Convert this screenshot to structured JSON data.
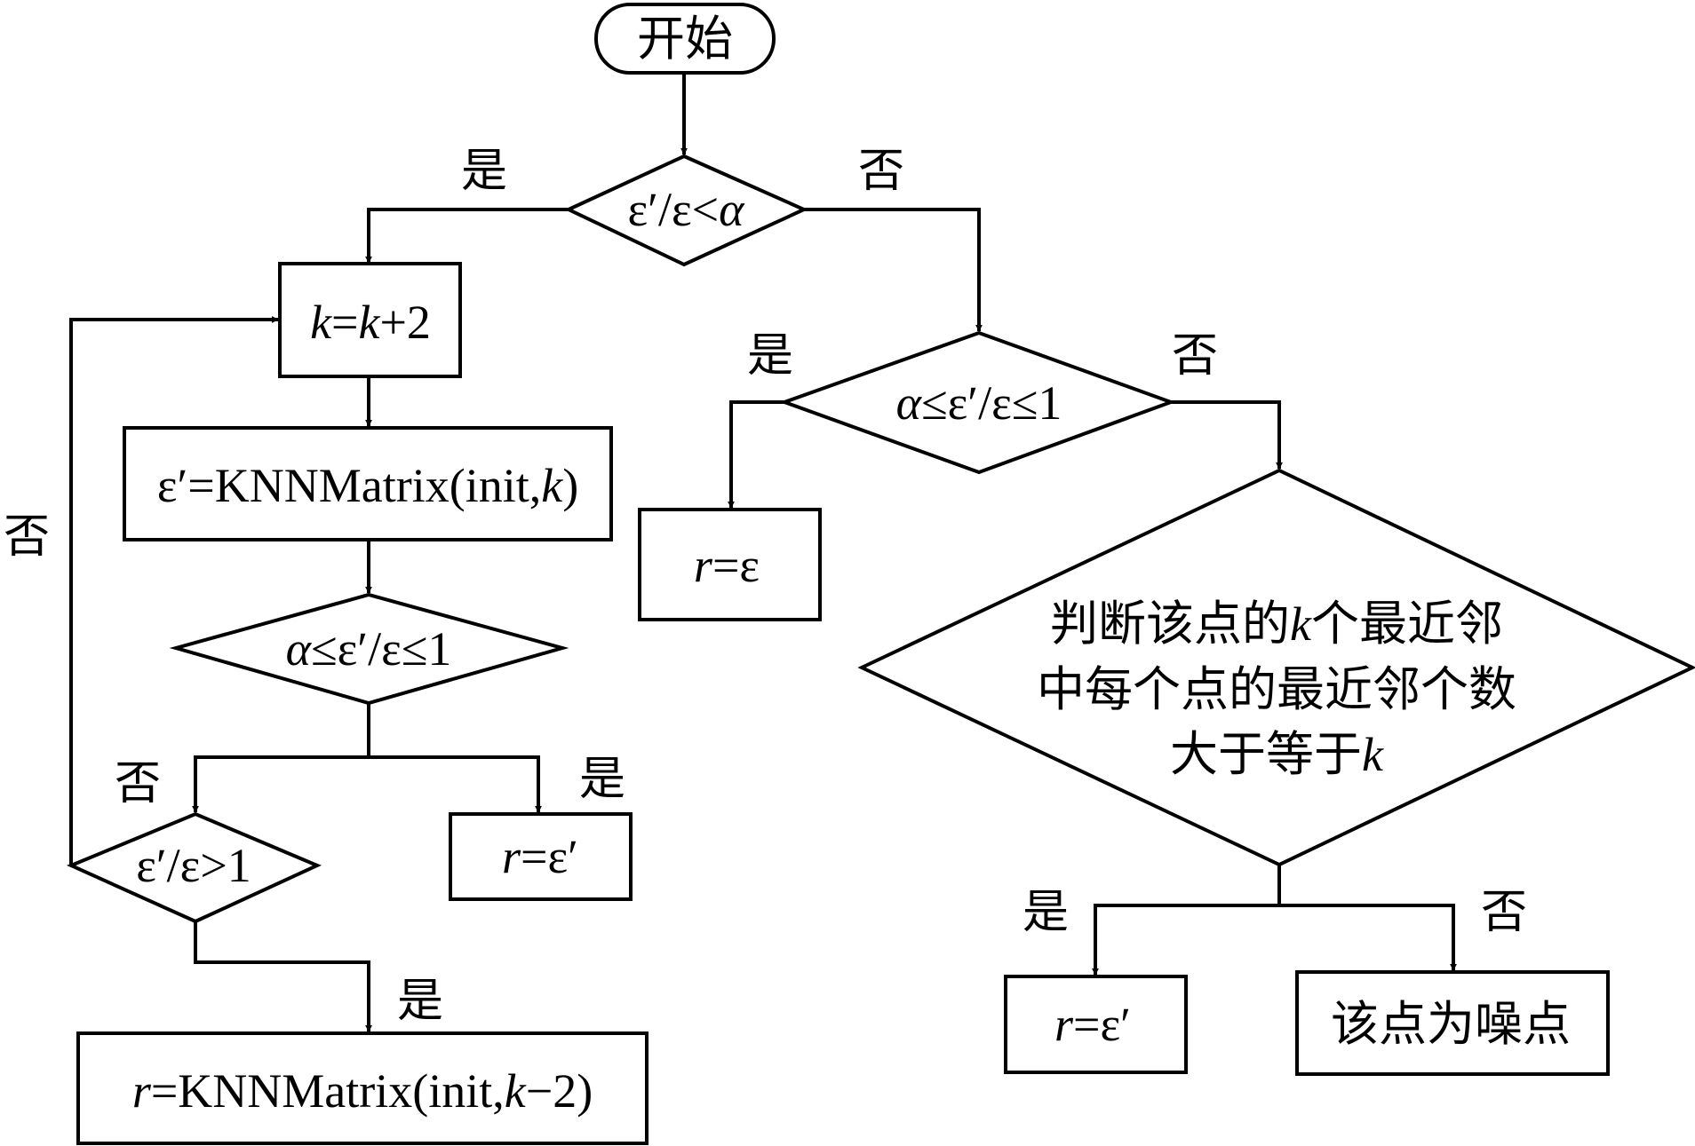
{
  "nodes": {
    "start": "开始",
    "d1": {
      "a": "ε′/ε<",
      "b": "α"
    },
    "k_update": {
      "k1": "k",
      "mid": "=",
      "k2": "k",
      "tail": "+2"
    },
    "knn": {
      "pre": "ε′=KNNMatrix(init,",
      "k": "k",
      "post": ")"
    },
    "d2": {
      "a": "α",
      "b": "≤ε′/ε≤1"
    },
    "d3": "ε′/ε>1",
    "r_eps_prime_left": {
      "r": "r",
      "rest": "=ε′"
    },
    "r_knn": {
      "r": "r",
      "mid": "=KNNMatrix(init,",
      "k": "k",
      "post": "−2)"
    },
    "d4": {
      "a": "α",
      "b": "≤ε′/ε≤1"
    },
    "r_eps": {
      "r": "r",
      "rest": "=ε"
    },
    "d5": {
      "line1_a": "判断该点的",
      "line1_k": "k",
      "line1_b": "个最近邻",
      "line2": "中每个点的最近邻个数",
      "line3_a": "大于等于",
      "line3_k": "k"
    },
    "r_eps_prime_right": {
      "r": "r",
      "rest": "=ε′"
    },
    "noise": "该点为噪点"
  },
  "labels": {
    "yes": "是",
    "no": "否"
  }
}
